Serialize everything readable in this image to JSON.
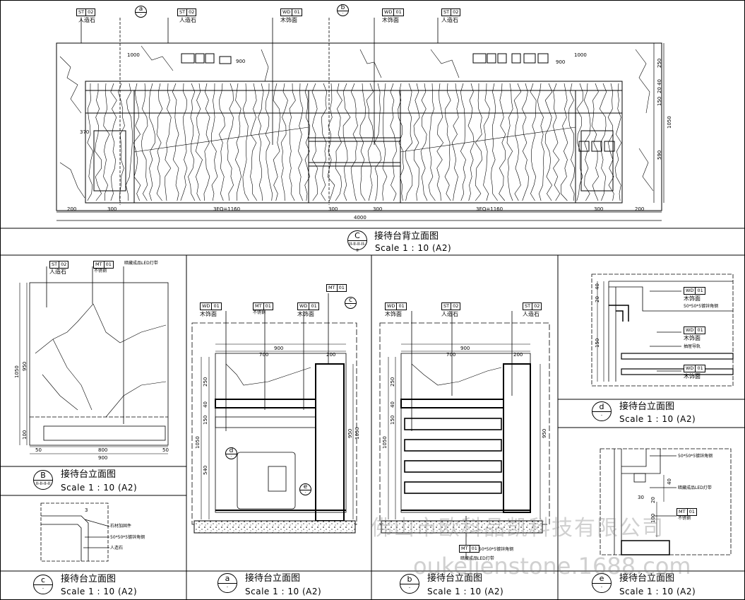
{
  "tags": {
    "st02": [
      "ST",
      "02"
    ],
    "wd01": [
      "WD",
      "01"
    ],
    "mt01": [
      "MT",
      "01"
    ]
  },
  "materials": {
    "stone": "人造石",
    "wood_panel": "木饰面",
    "steel": "不锈钢",
    "led_strip": "暗藏成品LED灯带",
    "angle_steel": "50*50*5镀锌角钢",
    "stone_reinforce": "石材加固件",
    "drawer_rail": "抽屉导轨"
  },
  "views": {
    "C": {
      "mark": "C",
      "sheet": "II-II-II-II-II",
      "title": "接待台背立面图",
      "scale": "Scale 1 : 10 (A2)"
    },
    "B": {
      "mark": "B",
      "sheet": "II-II-II-II",
      "title": "接待台立面图",
      "scale": "Scale 1 : 10 (A2)"
    },
    "c": {
      "mark": "c",
      "sheet": "-",
      "title": "接待台立面图",
      "scale": "Scale 1 : 10 (A2)"
    },
    "a": {
      "mark": "a",
      "sheet": "-",
      "title": "接待台立面图",
      "scale": "Scale 1 : 10 (A2)"
    },
    "b": {
      "mark": "b",
      "sheet": "-",
      "title": "接待台立面图",
      "scale": "Scale 1 : 10 (A2)"
    },
    "d": {
      "mark": "d",
      "sheet": "-",
      "title": "接待台立面图",
      "scale": "Scale 1 : 10 (A2)"
    },
    "e": {
      "mark": "e",
      "sheet": "-",
      "title": "接待台立面图",
      "scale": "Scale 1 : 10 (A2)"
    }
  },
  "callout_marks": {
    "a": "a",
    "b": "b",
    "c": "c",
    "d": "d",
    "e": "e",
    "dash": "-"
  },
  "dims": {
    "elev_top": {
      "d1000": "1000",
      "d900": "900",
      "d370": "370",
      "d250": "250",
      "d40": "40",
      "d20": "20",
      "d150": "150",
      "d1050": "1050",
      "d590": "590"
    },
    "elev_bottom": [
      "200",
      "300",
      "3EQ=1160",
      "300",
      "300",
      "3EQ=1160",
      "300",
      "200"
    ],
    "elev_total": "4000",
    "b_view": {
      "d950": "950",
      "d1050": "1050",
      "d100": "100",
      "d50a": "50",
      "d800": "800",
      "d50b": "50",
      "d900": "900"
    },
    "a_view": {
      "d900": "900",
      "d700": "700",
      "d200": "200",
      "d250": "250",
      "d40": "40",
      "d150": "150",
      "d1050": "1050",
      "d540": "540",
      "d950": "950",
      "d1050r": "1050"
    },
    "b2_view": {
      "d900": "900",
      "d700": "700",
      "d200": "200",
      "d250": "250",
      "d40": "40",
      "d150": "150",
      "d1050": "1050",
      "d950": "950"
    },
    "d_view": {
      "d40": "40",
      "d20": "20",
      "d150": "150"
    },
    "e_view": {
      "d40": "40",
      "d30": "30",
      "d20": "20",
      "d100": "100"
    },
    "c_view": {
      "d3": "3"
    }
  },
  "watermark": {
    "company": "佛山市欧科品凯科技有限公司",
    "site": "oukelienstone.1688.com"
  }
}
